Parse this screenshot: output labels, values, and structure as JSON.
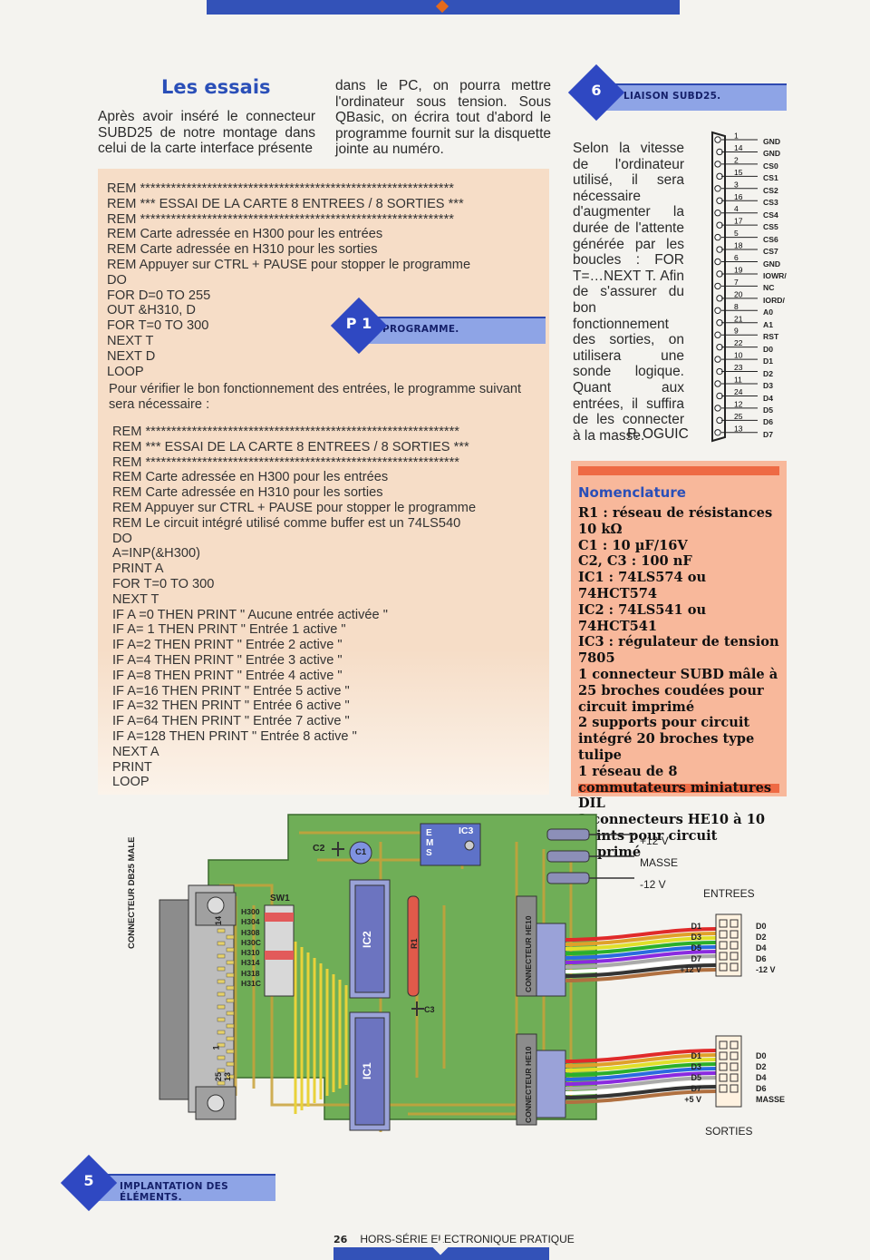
{
  "essais": {
    "title": "Les essais",
    "para1": "Après avoir inséré le connecteur SUBD25 de notre montage dans celui de la carte interface présente",
    "para2": "dans le PC, on pourra mettre l'ordinateur sous tension. Sous QBasic, on écrira tout d'abord le programme fournit sur la disquette jointe au numéro."
  },
  "program1": [
    "REM *************************************************************",
    "REM *** ESSAI DE LA CARTE 8 ENTREES / 8 SORTIES ***",
    "REM *************************************************************",
    "REM Carte adressée en H300 pour les entrées",
    "REM Carte adressée en H310 pour les sorties",
    "REM Appuyer sur CTRL + PAUSE pour stopper le programme",
    "DO",
    "FOR D=0 TO 255",
    "OUT &H310, D",
    "FOR T=0 TO 300",
    "NEXT T",
    "NEXT D",
    "LOOP"
  ],
  "program_intro": "Pour vérifier le bon fonctionnement des entrées, le programme suivant sera nécessaire :",
  "program2": [
    "REM *************************************************************",
    "REM *** ESSAI DE LA CARTE 8 ENTREES / 8 SORTIES ***",
    "REM *************************************************************",
    "REM Carte adressée en H300 pour les entrées",
    "REM Carte adressée en H310 pour les sorties",
    "REM Appuyer sur CTRL + PAUSE pour stopper le programme",
    "REM Le circuit intégré utilisé comme buffer est un 74LS540",
    "DO",
    "A=INP(&H300)",
    "PRINT A",
    "FOR T=0 TO 300",
    "NEXT T",
    "IF A =0 THEN PRINT \" Aucune entrée activée \"",
    "IF A= 1 THEN PRINT \" Entrée 1 active \"",
    "IF A=2 THEN PRINT \" Entrée 2 active \"",
    "IF A=4 THEN PRINT \" Entrée 3 active \"",
    "IF A=8 THEN PRINT \" Entrée 4 active \"",
    "IF A=16 THEN PRINT \" Entrée 5 active \"",
    "IF A=32 THEN PRINT \" Entrée 6 active \"",
    "IF A=64 THEN PRINT \" Entrée 7 active \"",
    "IF A=128 THEN PRINT \" Entrée 8 active \"",
    "NEXT A",
    "PRINT",
    "LOOP"
  ],
  "tags": {
    "p1_num": "P 1",
    "p1_label": "PROGRAMME.",
    "six_num": "6",
    "six_label": "LIAISON SUBD25.",
    "five_num": "5",
    "five_label": "IMPLANTATION DES ÉLÉMENTS."
  },
  "liaison_text": "Selon la vitesse de l'ordinateur utilisé, il sera nécessaire d'augmenter la durée de l'attente générée par les boucles : FOR T=…NEXT T. Afin de s'assurer du bon fonctionnement des sorties, on utilisera une sonde logique. Quant aux entrées, il suffira de les connecter à la masse.",
  "author": "P. OGUIC",
  "db25": {
    "pin_numbers": [
      "1",
      "14",
      "2",
      "15",
      "3",
      "16",
      "4",
      "17",
      "5",
      "18",
      "6",
      "19",
      "7",
      "20",
      "8",
      "21",
      "9",
      "22",
      "10",
      "23",
      "11",
      "24",
      "12",
      "25",
      "13"
    ],
    "signals": [
      "GND",
      "GND",
      "CS0",
      "CS1",
      "CS2",
      "CS3",
      "CS4",
      "CS5",
      "CS6",
      "CS7",
      "GND",
      "IOWR/",
      "NC",
      "IORD/",
      "A0",
      "A1",
      "RST",
      "D0",
      "D1",
      "D2",
      "D3",
      "D4",
      "D5",
      "D6",
      "D7"
    ]
  },
  "nomenclature": {
    "title": "Nomenclature",
    "items": [
      "R1 : réseau de résistances 10 kΩ",
      "C1 : 10 µF/16V",
      "C2, C3 : 100 nF",
      "IC1 : 74LS574 ou 74HCT574",
      "IC2 : 74LS541 ou 74HCT541",
      "IC3 : régulateur de tension 7805",
      "1 connecteur SUBD mâle à 25 broches coudées pour circuit imprimé",
      "2 supports pour circuit intégré 20 broches type tulipe",
      "1 réseau de 8 commutateurs miniatures DIL",
      "2 connecteurs HE10 à 10 points pour circuit imprimé"
    ]
  },
  "board": {
    "connector_db25": "CONNECTEUR DB25 MALE",
    "sw1": "SW1",
    "addresses": [
      "H300",
      "H304",
      "H308",
      "H30C",
      "H310",
      "H314",
      "H318",
      "H31C"
    ],
    "ic1": "IC1",
    "ic2": "IC2",
    "ic3": "IC3",
    "r1": "R1",
    "c1": "C1",
    "c2": "C2",
    "c3": "C3",
    "ems": [
      "E",
      "M",
      "S"
    ],
    "he10_top": "CONNECTEUR HE10",
    "he10_bottom": "CONNECTEUR HE10",
    "db_pins": [
      "14",
      "1",
      "25",
      "13"
    ],
    "power": [
      "+12 V",
      "MASSE",
      "-12 V"
    ],
    "entrees_title": "ENTREES",
    "entrees_left": [
      "D1",
      "D3",
      "D5",
      "D7",
      "+12 V"
    ],
    "entrees_right": [
      "D0",
      "D2",
      "D4",
      "D6",
      "-12 V"
    ],
    "sorties_title": "SORTIES",
    "sorties_left": [
      "D1",
      "D3",
      "D5",
      "D7",
      "+5 V"
    ],
    "sorties_right": [
      "D0",
      "D2",
      "D4",
      "D6",
      "MASSE"
    ]
  },
  "footer": {
    "page": "26",
    "magazine": "HORS-SÉRIE ELECTRONIQUE PRATIQUE"
  },
  "colors": {
    "brand_blue": "#3352b8",
    "orange": "#e56a1c",
    "program_bg": "#f6ddc7",
    "nomenclature_bg": "#f8b89b",
    "pcb_green": "#6fae57"
  }
}
